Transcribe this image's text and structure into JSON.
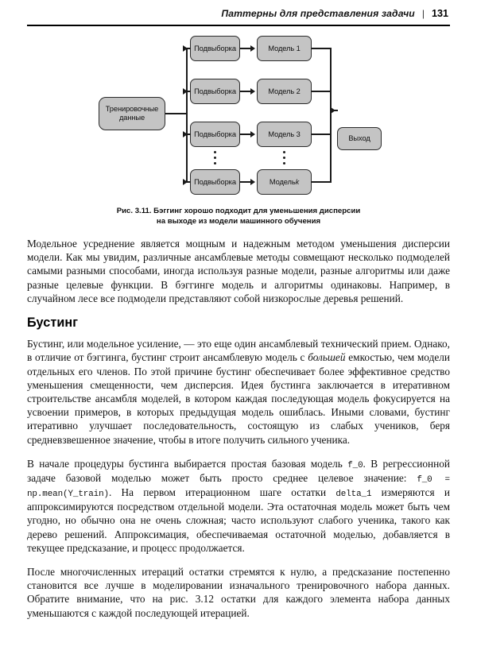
{
  "header": {
    "title": "Паттерны для представления задачи",
    "separator": "|",
    "page_number": "131"
  },
  "figure": {
    "nodes": {
      "training_data": "Тренировочные данные",
      "subsample": "Подвыборка",
      "model_1": "Модель 1",
      "model_2": "Модель 2",
      "model_3": "Модель 3",
      "model_k_prefix": "Модель ",
      "model_k_index": "k",
      "output": "Выход"
    },
    "caption_line_1": "Рис. 3.11. Бэггинг хорошо подходит для уменьшения дисперсии",
    "caption_line_2": "на выходе из модели машинного обучения"
  },
  "body": {
    "para_1": "Модельное усреднение является мощным и надежным методом уменьшения дисперсии модели. Как мы увидим, различные ансамблевые методы совмещают несколько подмоделей самыми разными способами, иногда используя разные модели, разные алгоритмы или даже разные целевые функции. В бэггинге модель и алгоритмы одинаковы. Например, в случайном лесе все подмодели представляют собой низкорослые деревья решений.",
    "heading_boosting": "Бустинг",
    "para_2_a": "Бустинг, или модельное усиление, — это еще один ансамблевый технический прием. Однако, в отличие от бэггинга, бустинг строит ансамблевую модель с ",
    "para_2_italic": "большей",
    "para_2_b": " емкостью, чем модели отдельных его членов. По этой причине бустинг обеспечивает более эффективное средство уменьшения смещенности, чем дисперсия. Идея бустинга заключается в итеративном строительстве ансамбля моделей, в котором каждая последующая модель фокусируется на усвоении примеров, в которых предыдущая модель ошиблась. Иными словами, бустинг итеративно улучшает последовательность, состоящую из слабых учеников, беря средневзвешенное значение, чтобы в итоге получить сильного ученика.",
    "para_3_a": "В начале процедуры бустинга выбирается простая базовая модель ",
    "para_3_code_1": "f_0",
    "para_3_b": ". В регрессионной задаче базовой моделью может быть просто среднее целевое значение: ",
    "para_3_code_2": "f_0 = np.mean(Y_train)",
    "para_3_c": ". На первом итерационном шаге остатки ",
    "para_3_code_3": "delta_1",
    "para_3_d": " измеряются и аппроксимируются посредством отдельной модели. Эта остаточная модель может быть чем угодно, но обычно она не очень сложная; часто используют слабого ученика, такого как дерево решений. Аппроксимация, обеспечиваемая остаточной моделью, добавляется в текущее предсказание, и процесс продолжается.",
    "para_4": "После многочисленных итераций остатки стремятся к нулю, а предсказание постепенно становится все лучше в моделировании изначального тренировочного набора данных. Обратите внимание, что на рис. 3.12 остатки для каждого элемента набора данных уменьшаются с каждой последующей итерацией."
  },
  "colors": {
    "node_fill": "#c4c4c4",
    "node_border": "#2b2b2b",
    "rule": "#000000",
    "text": "#111111"
  }
}
